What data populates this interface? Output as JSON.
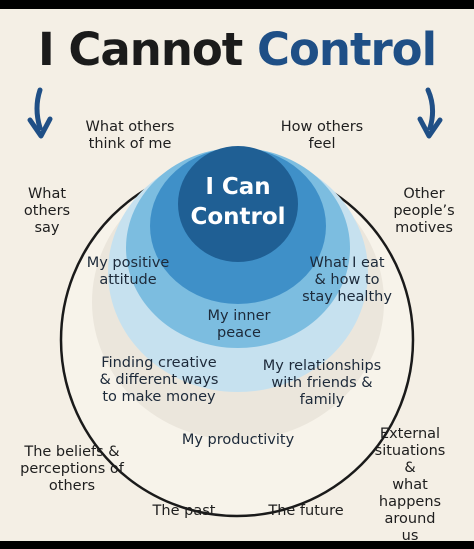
{
  "title": {
    "part1": "I Cannot",
    "part2": "Control"
  },
  "center_title": "I Can\nControl",
  "outer_labels": [
    {
      "id": "what-others-think",
      "text": "What others\nthink of me"
    },
    {
      "id": "how-others-feel",
      "text": "How others\nfeel"
    },
    {
      "id": "what-others-say",
      "text": "What\nothers\nsay"
    },
    {
      "id": "other-peoples-motives",
      "text": "Other\npeople’s\nmotives"
    },
    {
      "id": "beliefs-perceptions",
      "text": "The beliefs &\nperceptions of\nothers"
    },
    {
      "id": "external-situations",
      "text": "External\nsituations &\nwhat happens\naround us"
    },
    {
      "id": "the-past",
      "text": "The past"
    },
    {
      "id": "the-future",
      "text": "The future"
    }
  ],
  "inner_labels": [
    {
      "id": "positive-attitude",
      "text": "My positive\nattitude"
    },
    {
      "id": "what-i-eat",
      "text": "What I eat\n& how to\nstay healthy"
    },
    {
      "id": "inner-peace",
      "text": "My inner\npeace"
    },
    {
      "id": "finding-creative",
      "text": "Finding creative\n& different ways\nto make money"
    },
    {
      "id": "relationships",
      "text": "My relationships\nwith friends &\nfamily"
    },
    {
      "id": "productivity",
      "text": "My productivity"
    }
  ],
  "colors": {
    "title_dark": "#1b1b1b",
    "title_blue": "#1f4f86",
    "ring_1": "#ebe6dc",
    "ring_2": "#c6e1ef",
    "ring_3": "#7cbde0",
    "ring_4": "#3f90c8",
    "ring_5": "#1f5f94"
  }
}
